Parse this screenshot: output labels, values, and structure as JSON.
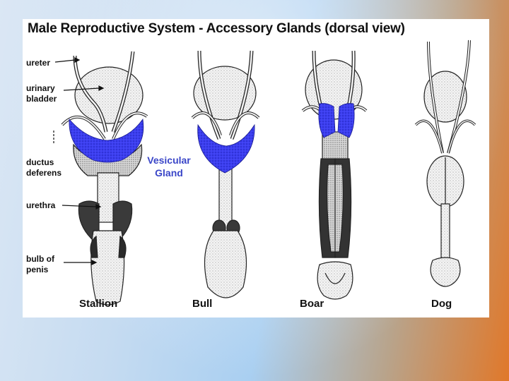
{
  "figure": {
    "title": "Male Reproductive System - Accessory Glands (dorsal view)",
    "labels": {
      "ureter": "ureter",
      "urinary_bladder_1": "urinary",
      "urinary_bladder_2": "bladder",
      "ductus_deferens_1": "ductus",
      "ductus_deferens_2": "deferens",
      "urethra": "urethra",
      "bulb_of_penis_1": "bulb of",
      "bulb_of_penis_2": "penis",
      "vesicular_gland_1": "Vesicular",
      "vesicular_gland_2": "Gland"
    },
    "species": [
      "Stallion",
      "Bull",
      "Boar",
      "Dog"
    ],
    "colors": {
      "gland": "#3c3ff0",
      "ink": "#111111",
      "vesicular_label": "#3a46c8"
    }
  }
}
